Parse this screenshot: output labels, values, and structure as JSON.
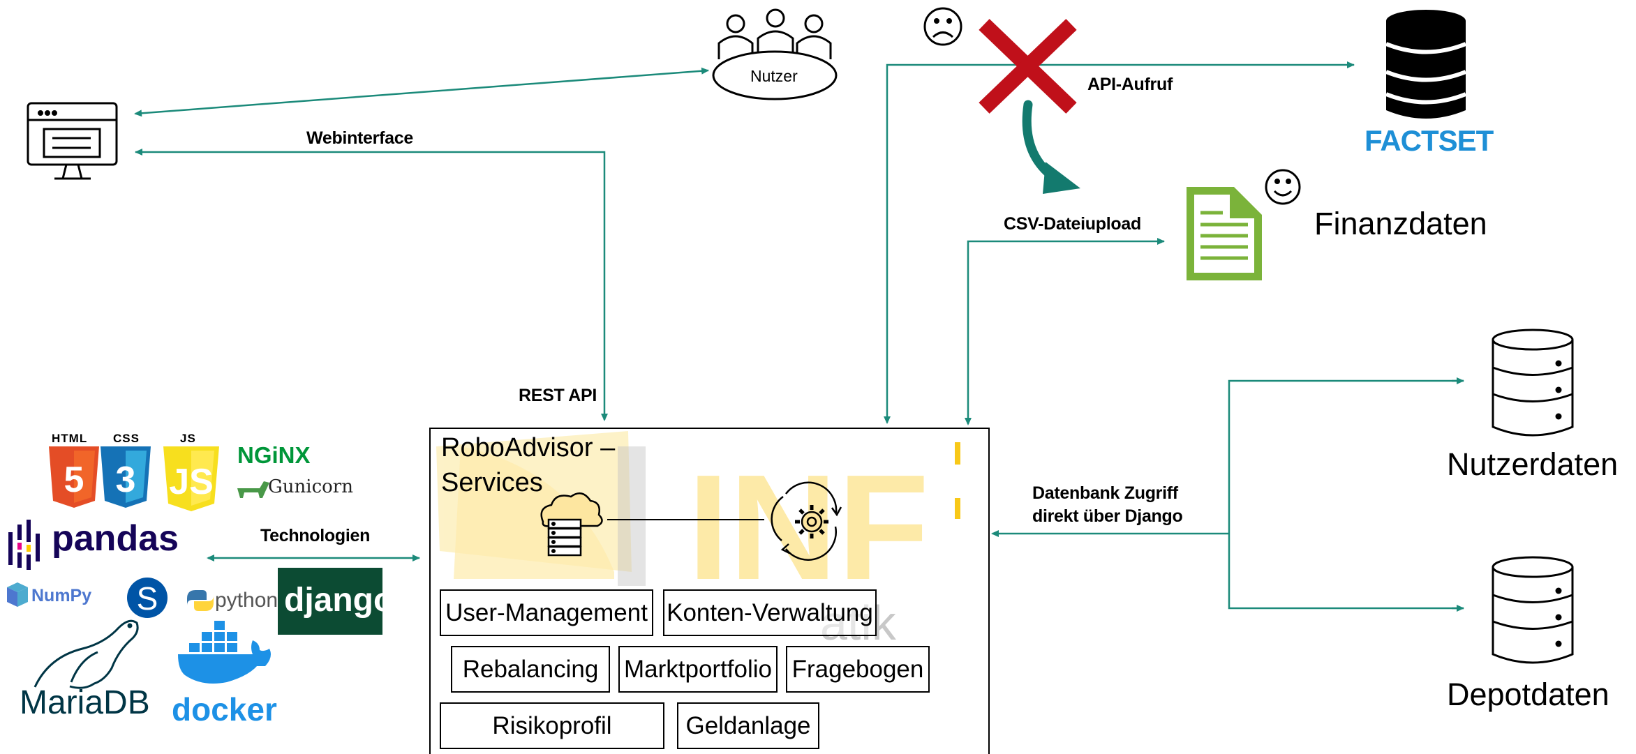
{
  "nodes": {
    "user": "Nutzer",
    "finanzdaten": "Finanzdaten",
    "nutzerdaten": "Nutzerdaten",
    "depotdaten": "Depotdaten",
    "factset": "FACTSET"
  },
  "edges": {
    "webinterface": "Webinterface",
    "rest_api": "REST API",
    "api_call": "API-Aufruf",
    "csv_upload": "CSV-Dateiupload",
    "db_access_line1": "Datenbank Zugriff",
    "db_access_line2": "direkt über Django",
    "technologies": "Technologien"
  },
  "services": {
    "title": "RoboAdvisor –\nServices",
    "modules": [
      "User-Management",
      "Konten-Verwaltung",
      "Rebalancing",
      "Marktportfolio",
      "Fragebogen",
      "Risikoprofil",
      "Geldanlage"
    ]
  },
  "watermark": {
    "big": "INF",
    "small": "atik"
  },
  "technologies": {
    "html": "HTML",
    "css": "CSS",
    "js": "JS",
    "nginx": "NGiNX",
    "gunicorn": "Gunicorn",
    "pandas": "pandas",
    "numpy": "NumPy",
    "python": "python",
    "django": "django",
    "mariadb": "MariaDB",
    "docker": "docker"
  },
  "colors": {
    "connector": "#1b8a7a",
    "cross": "#c0101a",
    "csv_doc": "#7bb33a",
    "factset": "#1e8fd6",
    "watermark": "#fdd23a"
  },
  "icons": [
    "monitor-icon",
    "users-group-icon",
    "sad-face-icon",
    "cross-icon",
    "curved-arrow-icon",
    "database-icon",
    "document-icon",
    "smiley-face-icon",
    "cloud-server-icon",
    "gear-cycle-icon"
  ]
}
